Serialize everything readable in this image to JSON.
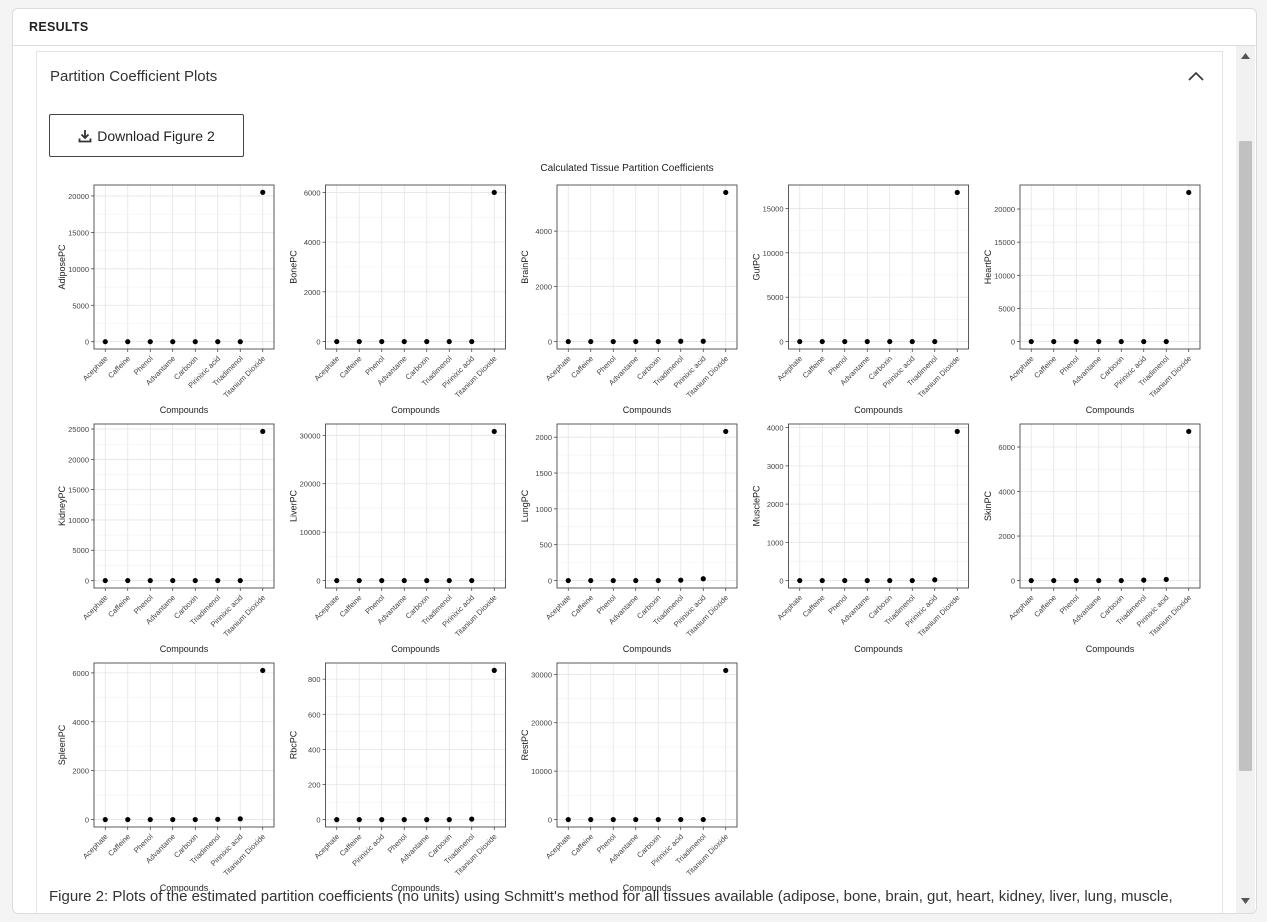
{
  "card": {
    "header": "RESULTS"
  },
  "panel": {
    "title": "Partition Coefficient Plots",
    "expanded": true
  },
  "download_button": {
    "label": "Download Figure 2",
    "icon": "download-icon"
  },
  "caption": "Figure 2: Plots of the estimated partition coefficients (no units) using Schmitt's method for all tissues available (adipose, bone, brain, gut, heart, kidney, liver, lung, muscle,",
  "chart_data": {
    "type": "scatter",
    "title": "Calculated Tissue Partition Coefficients",
    "grid": true,
    "marker_color": "#000000",
    "panels": [
      {
        "ylabel": "AdiposePC",
        "xlabel": "Compounds",
        "categories": [
          "Acephate",
          "Caffeine",
          "Phenol",
          "Advantame",
          "Carboxin",
          "Pirinixic acid",
          "Triadimenol",
          "Titanium Dioxide"
        ],
        "values": [
          0,
          0,
          0,
          0,
          0,
          0,
          0,
          20500
        ],
        "yticks": [
          0,
          5000,
          10000,
          15000,
          20000
        ],
        "ylim": [
          -1000,
          21500
        ]
      },
      {
        "ylabel": "BonePC",
        "xlabel": "Compounds",
        "categories": [
          "Acephate",
          "Caffeine",
          "Phenol",
          "Advantame",
          "Carboxin",
          "Triadimenol",
          "Pirinixic acid",
          "Titanium Dioxide"
        ],
        "values": [
          0,
          0,
          0,
          0,
          0,
          0,
          0,
          6000
        ],
        "yticks": [
          0,
          2000,
          4000,
          6000
        ],
        "ylim": [
          -300,
          6300
        ]
      },
      {
        "ylabel": "BrainPC",
        "xlabel": "Compounds",
        "categories": [
          "Acephate",
          "Caffeine",
          "Phenol",
          "Advantame",
          "Carboxin",
          "Triadimenol",
          "Pirinixic acid",
          "Titanium Dioxide"
        ],
        "values": [
          0,
          0,
          0,
          0,
          0,
          10,
          10,
          5400
        ],
        "yticks": [
          0,
          2000,
          4000
        ],
        "ylim": [
          -270,
          5670
        ]
      },
      {
        "ylabel": "GutPC",
        "xlabel": "Compounds",
        "categories": [
          "Acephate",
          "Caffeine",
          "Phenol",
          "Advantame",
          "Carboxin",
          "Pirinixic acid",
          "Triadimenol",
          "Titanium Dioxide"
        ],
        "values": [
          0,
          0,
          0,
          0,
          0,
          0,
          0,
          16800
        ],
        "yticks": [
          0,
          5000,
          10000,
          15000
        ],
        "ylim": [
          -840,
          17640
        ]
      },
      {
        "ylabel": "HeartPC",
        "xlabel": "Compounds",
        "categories": [
          "Acephate",
          "Caffeine",
          "Phenol",
          "Advantame",
          "Carboxin",
          "Pirinixic acid",
          "Triadimenol",
          "Titanium Dioxide"
        ],
        "values": [
          0,
          0,
          0,
          0,
          0,
          0,
          0,
          22500
        ],
        "yticks": [
          0,
          5000,
          10000,
          15000,
          20000
        ],
        "ylim": [
          -1125,
          23625
        ]
      },
      {
        "ylabel": "KidneyPC",
        "xlabel": "Compounds",
        "categories": [
          "Acephate",
          "Caffeine",
          "Phenol",
          "Advantame",
          "Carboxin",
          "Triadimenol",
          "Pirinixic acid",
          "Titanium Dioxide"
        ],
        "values": [
          0,
          0,
          0,
          0,
          0,
          0,
          0,
          24600
        ],
        "yticks": [
          0,
          5000,
          10000,
          15000,
          20000,
          25000
        ],
        "ylim": [
          -1230,
          25830
        ]
      },
      {
        "ylabel": "LiverPC",
        "xlabel": "Compounds",
        "categories": [
          "Acephate",
          "Caffeine",
          "Phenol",
          "Advantame",
          "Carboxin",
          "Triadimenol",
          "Pirinixic acid",
          "Titanium Dioxide"
        ],
        "values": [
          0,
          0,
          0,
          0,
          0,
          0,
          0,
          30800
        ],
        "yticks": [
          0,
          10000,
          20000,
          30000
        ],
        "ylim": [
          -1540,
          32340
        ]
      },
      {
        "ylabel": "LungPC",
        "xlabel": "Compounds",
        "categories": [
          "Acephate",
          "Caffeine",
          "Phenol",
          "Advantame",
          "Carboxin",
          "Triadimenol",
          "Pirinixic acid",
          "Titanium Dioxide"
        ],
        "values": [
          0,
          0,
          0,
          0,
          0,
          5,
          25,
          2080
        ],
        "yticks": [
          0,
          500,
          1000,
          1500,
          2000
        ],
        "ylim": [
          -104,
          2184
        ]
      },
      {
        "ylabel": "MusclePC",
        "xlabel": "Compounds",
        "categories": [
          "Acephate",
          "Caffeine",
          "Phenol",
          "Advantame",
          "Carboxin",
          "Triadimenol",
          "Pirinixic acid",
          "Titanium Dioxide"
        ],
        "values": [
          0,
          0,
          0,
          0,
          0,
          0,
          20,
          3900
        ],
        "yticks": [
          0,
          1000,
          2000,
          3000,
          4000
        ],
        "ylim": [
          -195,
          4095
        ]
      },
      {
        "ylabel": "SkinPC",
        "xlabel": "Compounds",
        "categories": [
          "Acephate",
          "Caffeine",
          "Phenol",
          "Advantame",
          "Carboxin",
          "Triadimenol",
          "Pirinixic acid",
          "Titanium Dioxide"
        ],
        "values": [
          0,
          0,
          0,
          0,
          0,
          20,
          50,
          6700
        ],
        "yticks": [
          0,
          2000,
          4000,
          6000
        ],
        "ylim": [
          -335,
          7035
        ]
      },
      {
        "ylabel": "SpleenPC",
        "xlabel": "Compounds",
        "categories": [
          "Acephate",
          "Caffeine",
          "Phenol",
          "Advantame",
          "Carboxin",
          "Triadimenol",
          "Pirinixic acid",
          "Titanium Dioxide"
        ],
        "values": [
          0,
          0,
          0,
          0,
          0,
          10,
          30,
          6100
        ],
        "yticks": [
          0,
          2000,
          4000,
          6000
        ],
        "ylim": [
          -305,
          6405
        ]
      },
      {
        "ylabel": "RbcPC",
        "xlabel": "Compounds",
        "categories": [
          "Acephate",
          "Caffeine",
          "Pirinixic acid",
          "Phenol",
          "Advantame",
          "Carboxin",
          "Triadimenol",
          "Titanium Dioxide"
        ],
        "values": [
          0,
          0,
          0,
          0,
          0,
          0,
          3,
          850
        ],
        "yticks": [
          0,
          200,
          400,
          600,
          800
        ],
        "ylim": [
          -42,
          892
        ]
      },
      {
        "ylabel": "RestPC",
        "xlabel": "Compounds",
        "categories": [
          "Acephate",
          "Caffeine",
          "Phenol",
          "Advantame",
          "Carboxin",
          "Pirinixic acid",
          "Triadimenol",
          "Titanium Dioxide"
        ],
        "values": [
          0,
          0,
          0,
          0,
          0,
          0,
          0,
          30800
        ],
        "yticks": [
          0,
          10000,
          20000,
          30000
        ],
        "ylim": [
          -1540,
          32340
        ]
      }
    ]
  }
}
